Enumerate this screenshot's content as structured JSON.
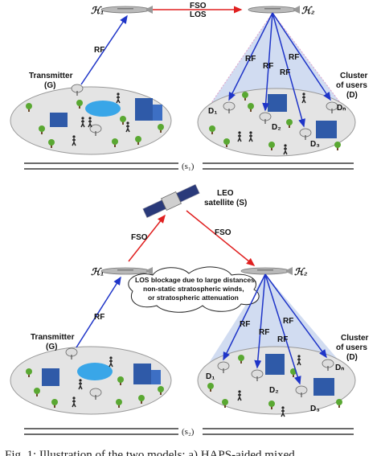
{
  "panel1": {
    "haps_left": "ℋ₁",
    "haps_right": "ℋ₂",
    "fso_link": "FSO",
    "los_link": "LOS",
    "rf_up": "RF",
    "rf_down": [
      "RF",
      "RF",
      "RF",
      "RF"
    ],
    "transmitter": "Transmitter",
    "transmitter_sub": "(G)",
    "cluster": "Cluster",
    "cluster_sub1": "of users",
    "cluster_sub2": "(D)",
    "d1": "D₁",
    "d2": "D₂",
    "d3": "D₃",
    "dn": "Dₙ",
    "scheme_label": "(s₁)"
  },
  "panel2": {
    "satellite": "LEO",
    "satellite_sub": "satellite (S)",
    "fso_left": "FSO",
    "fso_right": "FSO",
    "haps_left": "ℋ₁",
    "haps_right": "ℋ₂",
    "cloud_line1": "LOS blockage due to large distances,",
    "cloud_line2": "non-static stratospheric winds,",
    "cloud_line3": "or stratospheric attenuation",
    "rf_up": "RF",
    "rf_down": [
      "RF",
      "RF",
      "RF",
      "RF"
    ],
    "transmitter": "Transmitter",
    "transmitter_sub": "(G)",
    "cluster": "Cluster",
    "cluster_sub1": "of users",
    "cluster_sub2": "(D)",
    "d1": "D₁",
    "d2": "D₂",
    "d3": "D₃",
    "dn": "Dₙ",
    "scheme_label": "(s₂)"
  },
  "caption": "Fig. 1: Illustration of the two models: a) HAPS-aided mixed",
  "colors": {
    "rf_arrow": "#1f35c8",
    "fso_arrow": "#e02020",
    "ground": "#e4e4e4",
    "beam": "#c9d6ee",
    "tree": "#5aa832",
    "building": "#2f5aa8",
    "lake": "#39a6e8"
  }
}
